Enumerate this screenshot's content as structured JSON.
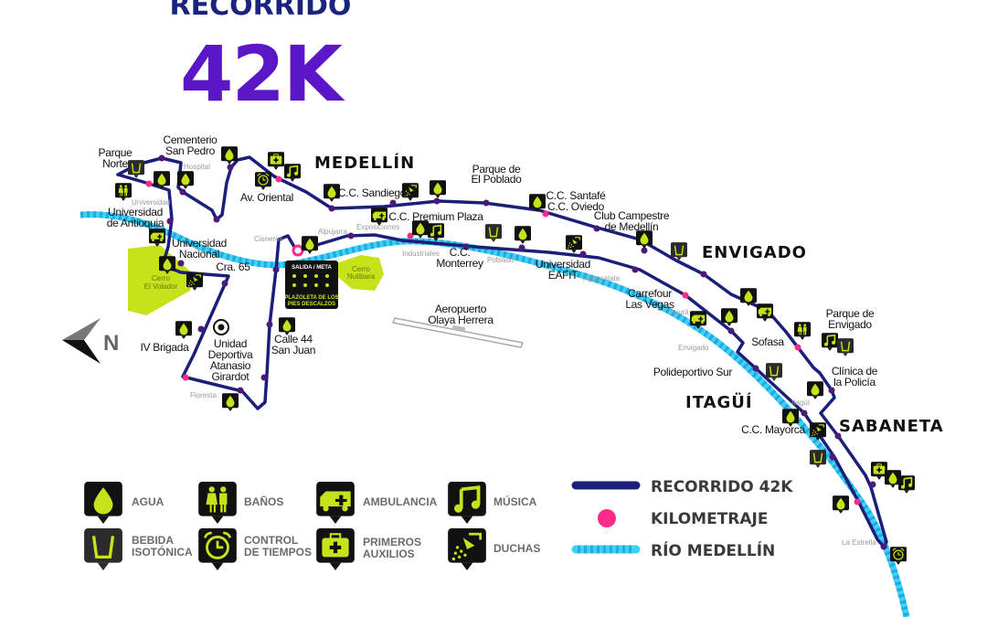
{
  "title": {
    "line1": "RECORRIDO",
    "line2": "42K"
  },
  "colors": {
    "route": "#1b1f7a",
    "km": "#ff2a8a",
    "river": "#39d3f5",
    "accent": "#c6e21a",
    "dot": "#4b1a7a",
    "title": "#5b16c8"
  },
  "cities": [
    "MEDELLÍN",
    "ENVIGADO",
    "ITAGÜÍ",
    "SABANETA"
  ],
  "places": [
    "Parque",
    "Norte",
    "Cementerio",
    "San Pedro",
    "Universidad",
    "de Antioquia",
    "Universidad",
    "Nacional",
    "Cra. 65",
    "Av. Oriental",
    "C.C. Sandiego",
    "C.C. Premium Plaza",
    "Parque de",
    "El Poblado",
    "C.C. Santafé",
    "C.C. Oviedo",
    "Club Campestre",
    "de Medellín",
    "C.C.",
    "Monterrey",
    "Universidad",
    "EAFIT",
    "Carrefour",
    "Las Vegas",
    "Aeropuerto",
    "Olaya Herrera",
    "IV Brigada",
    "Unidad",
    "Deportiva",
    "Atanasio",
    "Girardot",
    "Calle 44",
    "San Juan",
    "Sofasa",
    "Parque de",
    "Envigado",
    "Polideportivo Sur",
    "Clínica de",
    "la Policía",
    "C.C. Mayorca"
  ],
  "metro_stations": [
    "Hospital",
    "Universidad",
    "Cisneros",
    "Alpujarra",
    "Exposiciones",
    "Industriales",
    "Poblado",
    "Aguacatala",
    "Ayurá",
    "Envigado",
    "Itagüí",
    "La Estrella",
    "Floresta"
  ],
  "hills": [
    "Cerro",
    "El Volador",
    "Cerro",
    "Nutibara"
  ],
  "start": {
    "label": "SALIDA / META",
    "place_line1": "PLAZOLETA DE LOS",
    "place_line2": "PIES DESCALZOS"
  },
  "compass": "N",
  "legend": {
    "services": [
      {
        "icon": "water",
        "label": "AGUA"
      },
      {
        "icon": "restrooms",
        "label": "BAÑOS"
      },
      {
        "icon": "ambulance",
        "label": "AMBULANCIA"
      },
      {
        "icon": "music",
        "label": "MÚSICA"
      },
      {
        "icon": "isotonic",
        "label1": "BEBIDA",
        "label2": "ISOTÓNICA"
      },
      {
        "icon": "clock",
        "label1": "CONTROL",
        "label2": "DE TIEMPOS"
      },
      {
        "icon": "first-aid",
        "label1": "PRIMEROS",
        "label2": "AUXILIOS"
      },
      {
        "icon": "shower",
        "label": "DUCHAS"
      }
    ],
    "lines": [
      {
        "label": "RECORRIDO 42K"
      },
      {
        "label": "KILOMETRAJE"
      },
      {
        "label": "RÍO MEDELLÍN"
      }
    ]
  }
}
